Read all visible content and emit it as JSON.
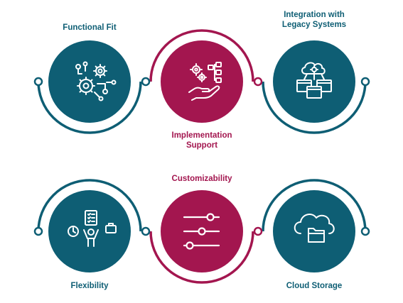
{
  "colors": {
    "teal": "#0e5e74",
    "magenta": "#a3164f",
    "icon_stroke": "#ffffff",
    "background": "#ffffff"
  },
  "row1": [
    {
      "title": "Functional Fit",
      "icon": "gears-network-icon",
      "color": "teal"
    },
    {
      "title": "Implementation Support",
      "title_lines": [
        "Implementation",
        "Support"
      ],
      "icon": "gears-hand-icon",
      "color": "magenta"
    },
    {
      "title": "Integration with Legacy Systems",
      "title_lines": [
        "Integration with",
        "Legacy Systems"
      ],
      "icon": "cloud-gear-windows-icon",
      "color": "teal"
    }
  ],
  "row2": [
    {
      "title": "Flexibility",
      "icon": "person-tasks-icon",
      "color": "teal"
    },
    {
      "title": "Customizability",
      "icon": "sliders-icon",
      "color": "magenta"
    },
    {
      "title": "Cloud Storage",
      "icon": "cloud-folder-icon",
      "color": "teal"
    }
  ]
}
